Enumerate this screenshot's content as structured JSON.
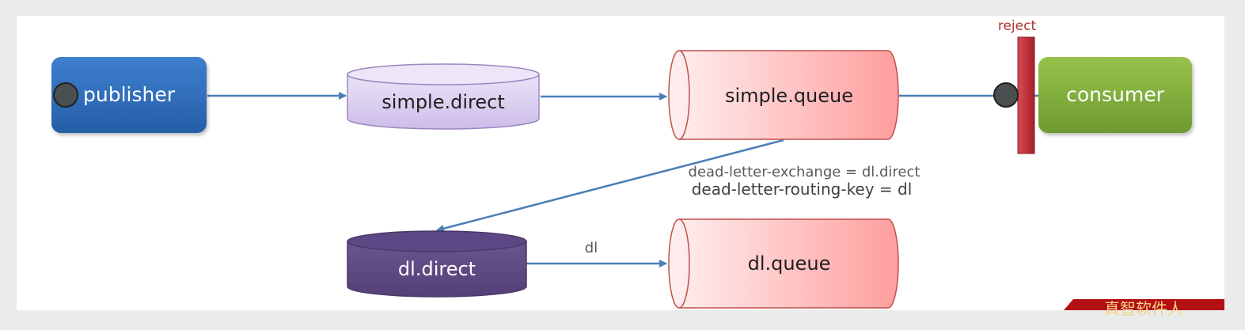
{
  "nodes": {
    "publisher": {
      "label": "publisher"
    },
    "simple_direct": {
      "label": "simple.direct"
    },
    "simple_queue": {
      "label": "simple.queue"
    },
    "consumer": {
      "label": "consumer"
    },
    "dl_direct": {
      "label": "dl.direct"
    },
    "dl_queue": {
      "label": "dl.queue"
    }
  },
  "annotations": {
    "reject": "reject",
    "dead_letter_exchange": "dead-letter-exchange = dl.direct",
    "dead_letter_routing_key": "dead-letter-routing-key = dl",
    "dl_edge_label": "dl"
  },
  "corner_banner": {
    "text": "真智软件人"
  },
  "colors": {
    "arrow": "#4a7fb7",
    "publisher_fill": "#2d67b5",
    "exchange_fill": "#ddd3f0",
    "dl_exchange_fill": "#5e4a80",
    "queue_fill": "#ffb8b8",
    "consumer_fill": "#7eac3c",
    "reject_bar": "#c0303a"
  }
}
